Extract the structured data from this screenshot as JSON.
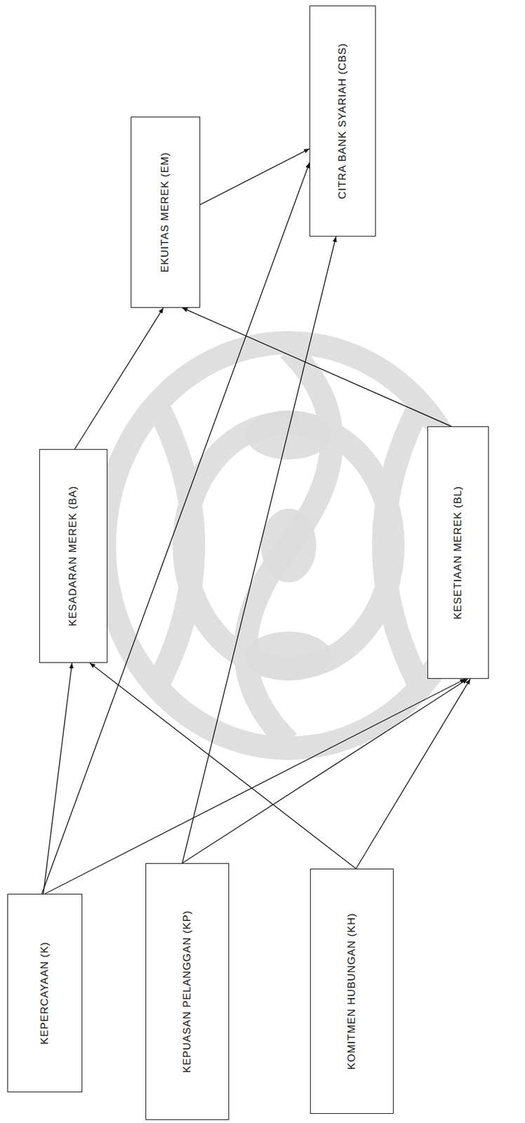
{
  "diagram": {
    "nodes": [
      {
        "text": [
          "KEPERCAYAAN (K)"
        ]
      },
      {
        "text": [
          "KEPUASAN PELANGGAN (KP)"
        ]
      },
      {
        "text": [
          "KOMITMEN HUBUNGAN (KH)"
        ]
      },
      {
        "text": [
          "KESADARAN MEREK (BA)"
        ]
      },
      {
        "text": [
          "KESETIAAN MEREK (BL)"
        ]
      },
      {
        "text": [
          "EKUITAS MEREK (EM)"
        ]
      },
      {
        "text": [
          "CITRA BANK SYARIAH (CBS)"
        ]
      }
    ],
    "edges": [
      {
        "from": 0,
        "to": 3,
        "arrow": "to"
      },
      {
        "from": 0,
        "to": 6,
        "arrow": "to"
      },
      {
        "from": 0,
        "to": 4,
        "arrow": "to"
      },
      {
        "from": 1,
        "to": 6,
        "arrow": "to"
      },
      {
        "from": 1,
        "to": 4,
        "arrow": "to"
      },
      {
        "from": 2,
        "to": 3,
        "arrow": "to"
      },
      {
        "from": 2,
        "to": 4,
        "arrow": "to"
      },
      {
        "from": 3,
        "to": 5,
        "arrow": "to"
      },
      {
        "from": 4,
        "to": 5,
        "arrow": "to"
      },
      {
        "from": 5,
        "to": 6,
        "arrow": "to"
      }
    ]
  }
}
